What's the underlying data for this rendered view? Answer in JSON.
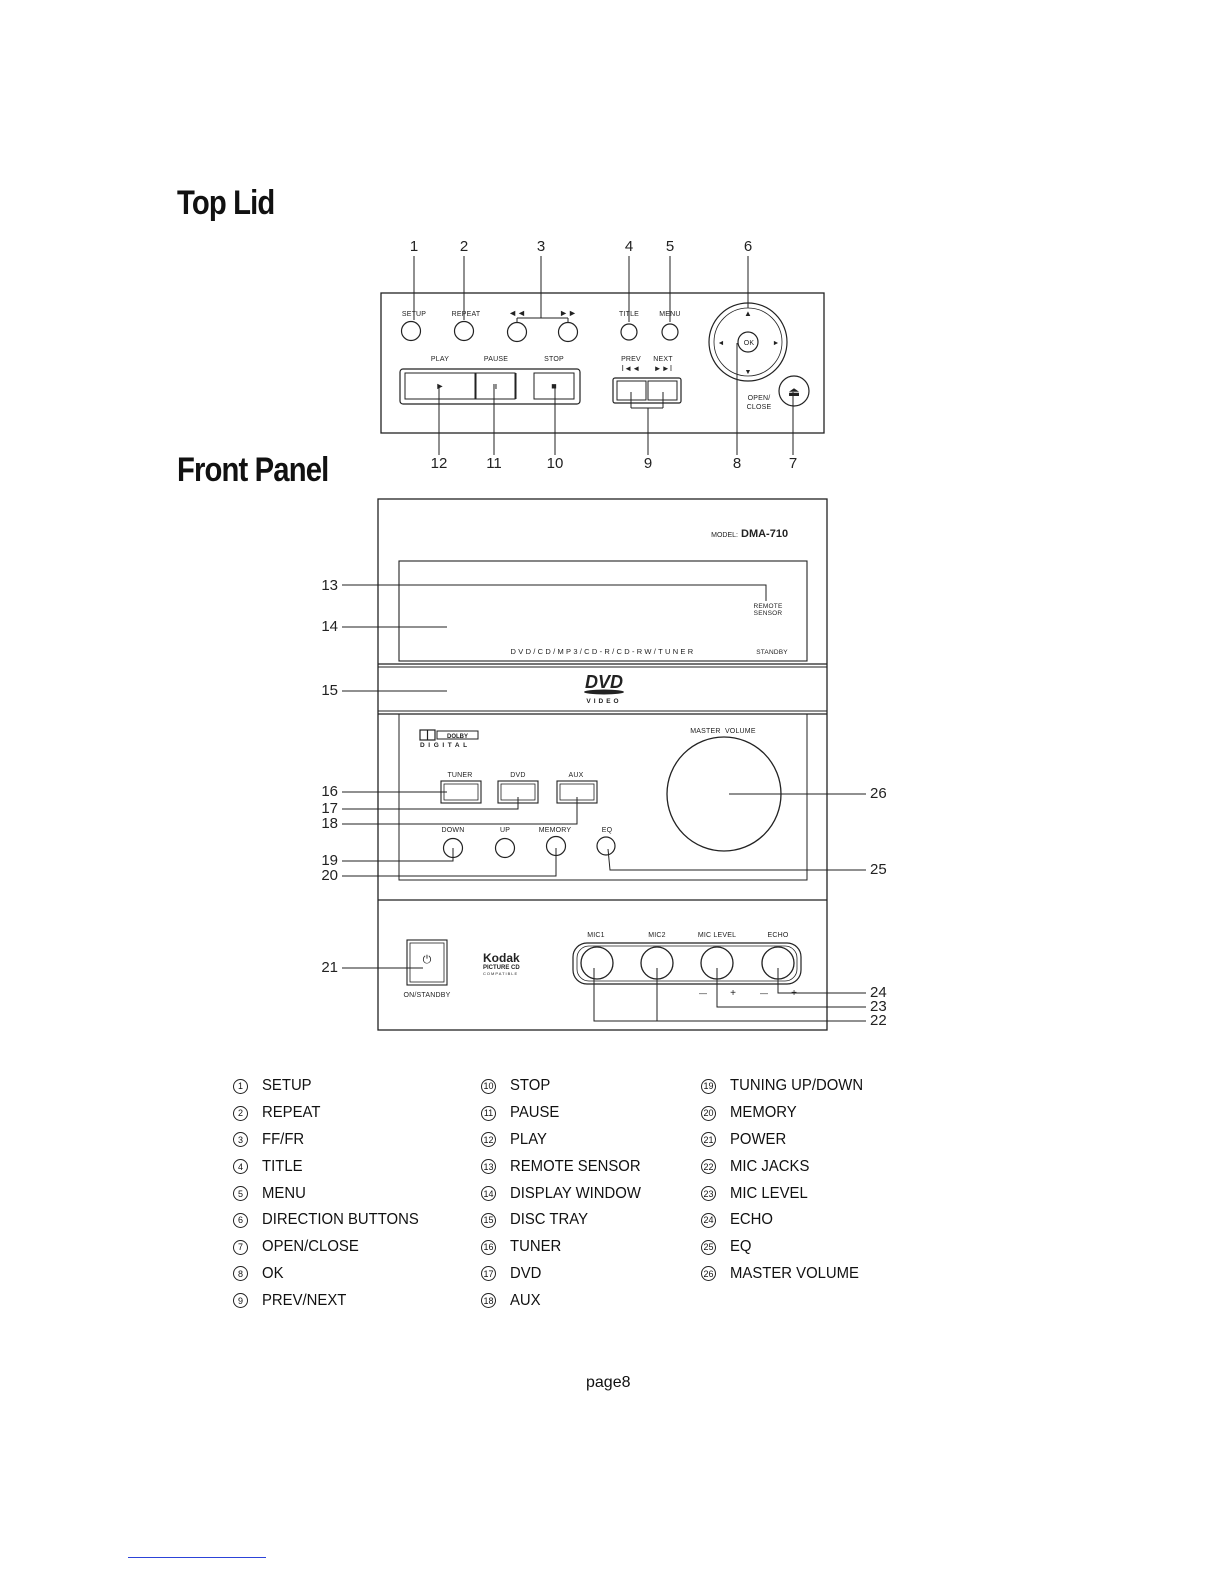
{
  "headings": {
    "top_lid": "Top Lid",
    "front_panel": "Front Panel"
  },
  "top_lid": {
    "callouts": [
      "1",
      "2",
      "3",
      "4",
      "5",
      "6",
      "7",
      "8",
      "9",
      "10",
      "11",
      "12"
    ],
    "labels": {
      "setup": "SETUP",
      "repeat": "REPEAT",
      "title": "TITLE",
      "menu": "MENU",
      "play": "PLAY",
      "pause": "PAUSE",
      "stop": "STOP",
      "prev": "PREV",
      "next": "NEXT",
      "ok": "OK",
      "open_close_1": "OPEN/",
      "open_close_2": "CLOSE"
    },
    "glyphs": {
      "fr": "◄◄",
      "ff": "►►",
      "play": "►",
      "pause": "II",
      "stop": "■",
      "prev": "I◄◄",
      "next": "►►I",
      "up": "▲",
      "down": "▼",
      "left": "◄",
      "right": "►",
      "eject": "⏏"
    }
  },
  "front_panel": {
    "callouts": [
      "13",
      "14",
      "15",
      "16",
      "17",
      "18",
      "19",
      "20",
      "21",
      "22",
      "23",
      "24",
      "25",
      "26"
    ],
    "labels": {
      "model_prefix": "MODEL:",
      "model": "DMA-710",
      "remote_1": "REMOTE",
      "remote_2": "SENSOR",
      "formats": "DVD/CD/MP3/CD-R/CD-RW/TUNER",
      "standby": "STANDBY",
      "dvd_logo": "DVD",
      "video": "VIDEO",
      "dolby": "DOLBY",
      "digital": "DIGITAL",
      "tuner": "TUNER",
      "dvd": "DVD",
      "aux": "AUX",
      "down": "DOWN",
      "up": "UP",
      "memory": "MEMORY",
      "eq": "EQ",
      "master_volume": "MASTER  VOLUME",
      "power_symbol": "⏻",
      "on_standby": "ON/STANDBY",
      "kodak": "Kodak",
      "picture_cd": "PICTURE CD",
      "compatible": "COMPATIBLE",
      "mic1": "MIC1",
      "mic2": "MIC2",
      "mic_level": "MIC LEVEL",
      "echo": "ECHO",
      "minus": "—",
      "plus": "+"
    }
  },
  "legend": {
    "columns": [
      [
        {
          "n": "1",
          "label": "SETUP"
        },
        {
          "n": "2",
          "label": "REPEAT"
        },
        {
          "n": "3",
          "label": "FF/FR"
        },
        {
          "n": "4",
          "label": "TITLE"
        },
        {
          "n": "5",
          "label": "MENU"
        },
        {
          "n": "6",
          "label": "DIRECTION BUTTONS"
        },
        {
          "n": "7",
          "label": "OPEN/CLOSE"
        },
        {
          "n": "8",
          "label": "OK"
        },
        {
          "n": "9",
          "label": "PREV/NEXT"
        }
      ],
      [
        {
          "n": "10",
          "label": "STOP"
        },
        {
          "n": "11",
          "label": "PAUSE"
        },
        {
          "n": "12",
          "label": "PLAY"
        },
        {
          "n": "13",
          "label": "REMOTE SENSOR"
        },
        {
          "n": "14",
          "label": "DISPLAY WINDOW"
        },
        {
          "n": "15",
          "label": "DISC TRAY"
        },
        {
          "n": "16",
          "label": "TUNER"
        },
        {
          "n": "17",
          "label": "DVD"
        },
        {
          "n": "18",
          "label": "AUX"
        }
      ],
      [
        {
          "n": "19",
          "label": "TUNING UP/DOWN"
        },
        {
          "n": "20",
          "label": "MEMORY"
        },
        {
          "n": "21",
          "label": "POWER"
        },
        {
          "n": "22",
          "label": "MIC JACKS"
        },
        {
          "n": "23",
          "label": "MIC LEVEL"
        },
        {
          "n": "24",
          "label": "ECHO"
        },
        {
          "n": "25",
          "label": "EQ"
        },
        {
          "n": "26",
          "label": "MASTER VOLUME"
        }
      ]
    ]
  },
  "page_number": "page8"
}
